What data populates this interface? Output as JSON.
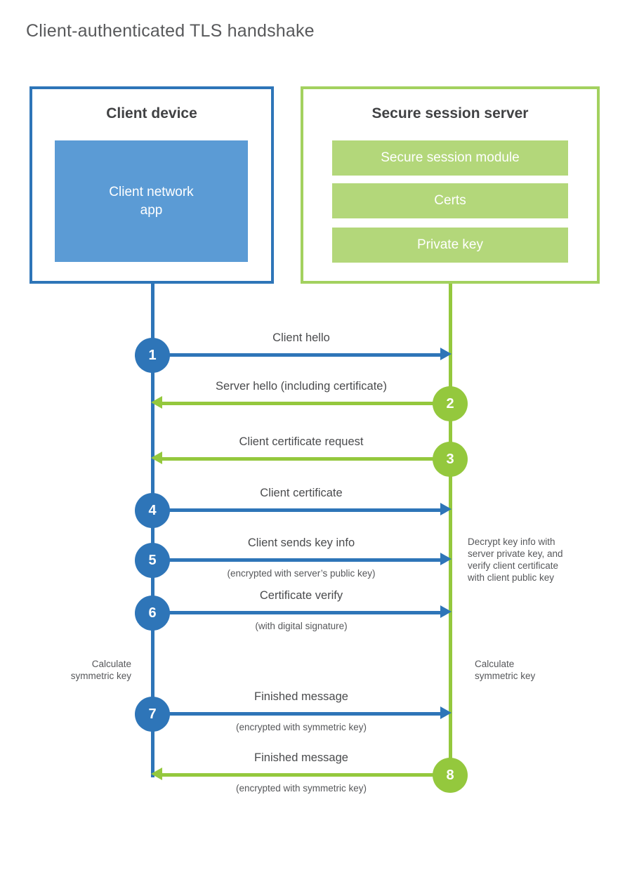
{
  "title": "Client-authenticated TLS handshake",
  "colors": {
    "blue": "#2e75b8",
    "blue_fill": "#5b9bd5",
    "green": "#94c83d",
    "green_border": "#a3d15f",
    "green_fill": "#b3d77a"
  },
  "client_box": {
    "heading": "Client device",
    "app_label": "Client network\napp"
  },
  "server_box": {
    "heading": "Secure session server",
    "modules": [
      "Secure session module",
      "Certs",
      "Private key"
    ]
  },
  "steps": [
    {
      "num": "1",
      "label": "Client hello"
    },
    {
      "num": "2",
      "label": "Server hello (including certificate)"
    },
    {
      "num": "3",
      "label": "Client certificate request"
    },
    {
      "num": "4",
      "label": "Client certificate"
    },
    {
      "num": "5",
      "label": "Client sends key info",
      "sub": "(encrypted with server’s public key)"
    },
    {
      "num": "6",
      "label": "Certificate verify",
      "sub": "(with digital signature)"
    },
    {
      "num": "7",
      "label": "Finished message",
      "sub": "(encrypted with symmetric key)"
    },
    {
      "num": "8",
      "label": "Finished message",
      "sub": "(encrypted with symmetric key)"
    }
  ],
  "notes": {
    "decrypt": "Decrypt key info with\nserver private key, and\nverify client certificate\nwith client public key",
    "calc_left": "Calculate\nsymmetric key",
    "calc_right": "Calculate\nsymmetric key"
  }
}
